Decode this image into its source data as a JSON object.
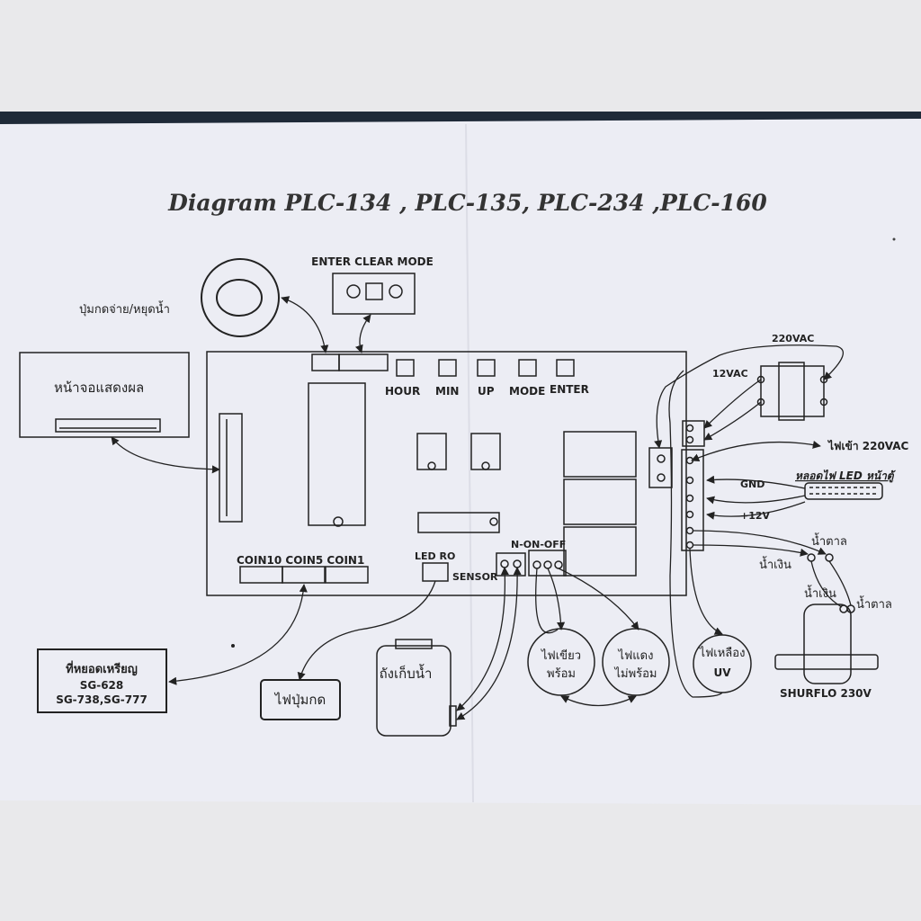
{
  "title": "Diagram PLC-134 , PLC-135, PLC-234 ,PLC-160",
  "labels": {
    "enter_clear_mode": "ENTER CLEAR MODE",
    "push_button": "ปุ่มกดจ่าย/หยุดน้ำ",
    "display": "หน้าจอแสดงผล",
    "hour": "HOUR",
    "min": "MIN",
    "up": "UP",
    "mode": "MODE",
    "enter": "ENTER",
    "coin_header": "COIN10 COIN5 COIN1",
    "led_ro": "LED RO",
    "sensor": "SENSOR",
    "n_on_off": "N-ON-OFF",
    "vac_220": "220VAC",
    "vac_12": "12VAC",
    "power_in": "ไฟเข้า 220VAC",
    "gnd": "GND",
    "led_tube": "หลอดไฟ LED หน้าตู้",
    "plus12v": "+12V",
    "brown1": "น้ำตาล",
    "blue1": "น้ำเงิน",
    "blue2": "น้ำเงิน",
    "brown2": "น้ำตาล",
    "shurflo": "SHURFLO 230V",
    "coin_acceptor_l1": "ที่หยอดเหรียญ",
    "coin_acceptor_l2": "SG-628",
    "coin_acceptor_l3": "SG-738,SG-777",
    "button_light": "ไฟปุ่มกด",
    "water_tank": "ถังเก็บน้ำ",
    "green_l1": "ไฟเขียว",
    "green_l2": "พร้อม",
    "red_l1": "ไฟแดง",
    "red_l2": "ไม่พร้อม",
    "yellow_l1": "ไฟเหลือง",
    "yellow_l2": "UV"
  }
}
